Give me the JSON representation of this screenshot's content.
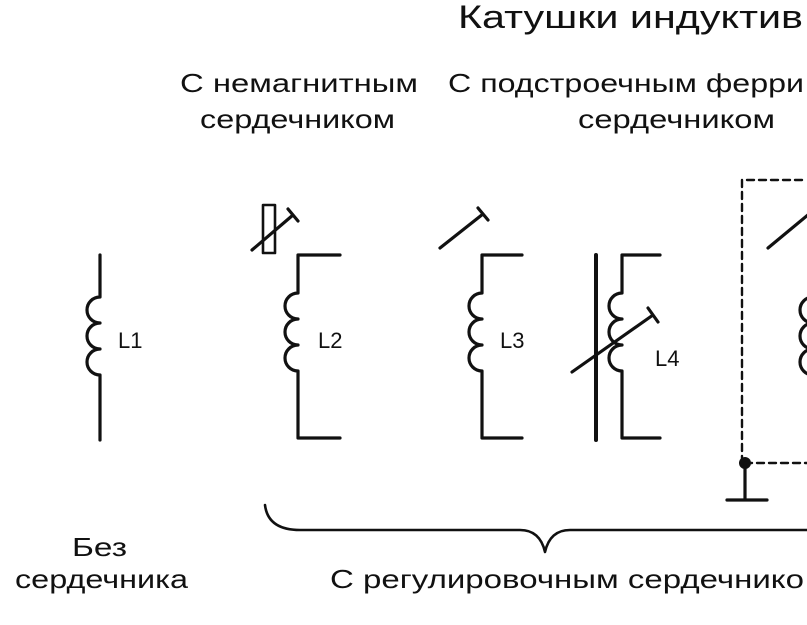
{
  "title": "Катушки индуктив",
  "groups": {
    "nonmagnetic": {
      "line1": "С немагнитным",
      "line2": "сердечником"
    },
    "trimmer": {
      "line1": "С подстроечным ферри",
      "line2": "сердечником"
    },
    "no_core": {
      "line1": "Без",
      "line2": "сердечника"
    },
    "adjustable": {
      "label": "С регулировочным сердечнико"
    }
  },
  "inductors": [
    {
      "label": "L1"
    },
    {
      "label": "L2"
    },
    {
      "label": "L3"
    },
    {
      "label": "L4"
    }
  ]
}
